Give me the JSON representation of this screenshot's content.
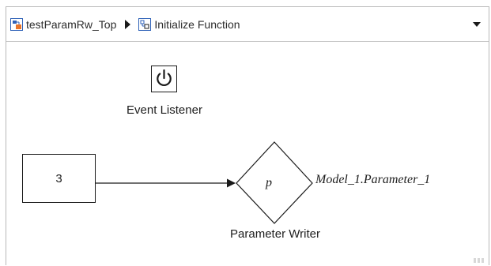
{
  "breadcrumb": {
    "items": [
      {
        "label": "testParamRw_Top",
        "icon": "model-icon"
      },
      {
        "label": "Initialize Function",
        "icon": "subsystem-icon"
      }
    ],
    "separator_icon": "breadcrumb-arrow-icon",
    "dropdown_icon": "chevron-down-icon"
  },
  "blocks": {
    "constant": {
      "value": "3"
    },
    "event_listener": {
      "label": "Event Listener",
      "icon": "power-icon"
    },
    "parameter_writer": {
      "symbol": "p",
      "label": "Parameter Writer",
      "parameter": "Model_1.Parameter_1"
    }
  },
  "colors": {
    "line": "#1a1a1a",
    "icon_orange": "#e8742a",
    "icon_blue": "#2f62b8",
    "border": "#b9b9b9"
  }
}
